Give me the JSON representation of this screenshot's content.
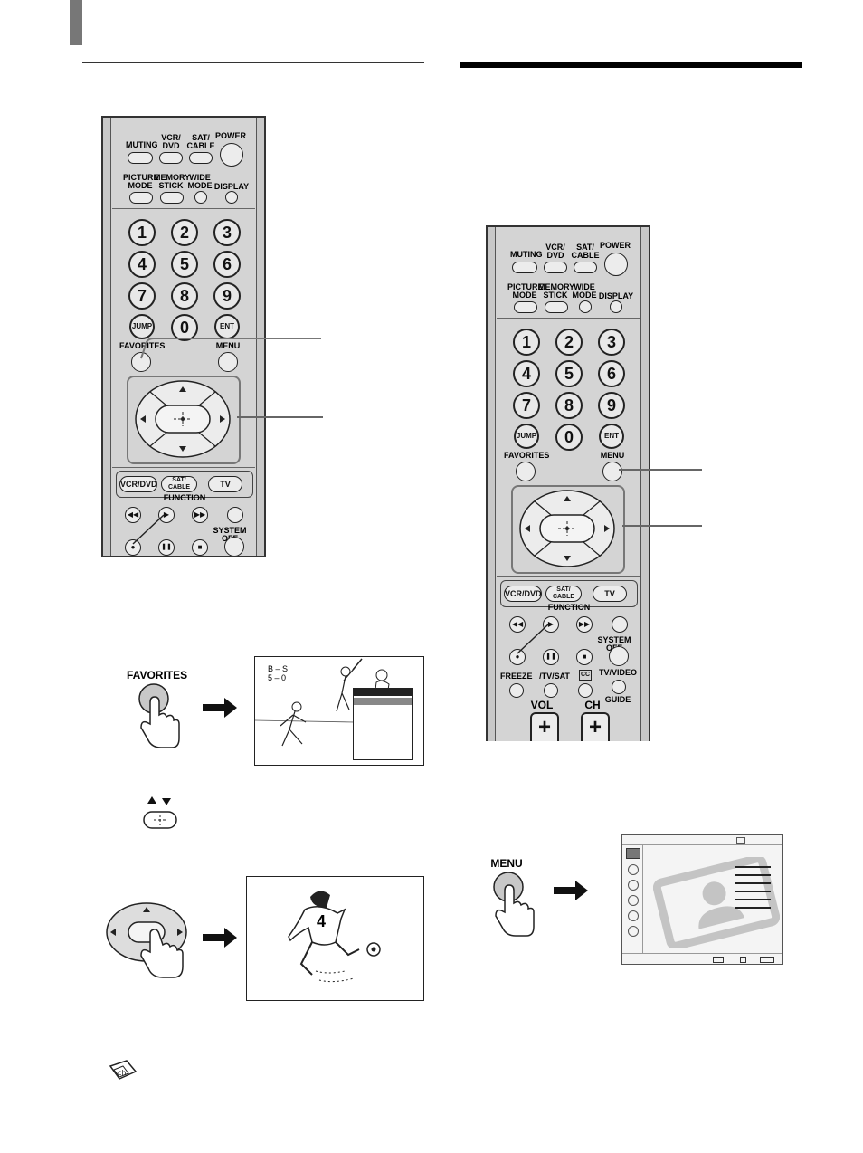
{
  "remote_labels": {
    "muting": "MUTING",
    "vcr_dvd": "VCR/\nDVD",
    "sat_cable": "SAT/\nCABLE",
    "power": "POWER",
    "picture_mode": "PICTURE\nMODE",
    "memory_stick": "MEMORY\nSTICK",
    "wide_mode": "WIDE\nMODE",
    "display": "DISPLAY",
    "num1": "1",
    "num2": "2",
    "num3": "3",
    "num4": "4",
    "num5": "5",
    "num6": "6",
    "num7": "7",
    "num8": "8",
    "num9": "9",
    "jump": "JUMP",
    "num0": "0",
    "ent": "ENT",
    "favorites": "FAVORITES",
    "menu": "MENU",
    "func_vcr_dvd": "VCR/DVD",
    "func_sat_cable": "SAT/\nCABLE",
    "func_tv": "TV",
    "function": "FUNCTION",
    "system_off": "SYSTEM OFF",
    "freeze": "FREEZE",
    "tv_sat": "/TV/SAT",
    "cc": "CC",
    "tv_video": "TV/VIDEO",
    "guide": "GUIDE",
    "vol": "VOL",
    "ch": "CH"
  },
  "steps": {
    "favorites_label": "FAVORITES",
    "menu_label": "MENU"
  },
  "scoreboard": {
    "line1": "B – S",
    "line2": "5 – 0"
  },
  "player_number": "4"
}
